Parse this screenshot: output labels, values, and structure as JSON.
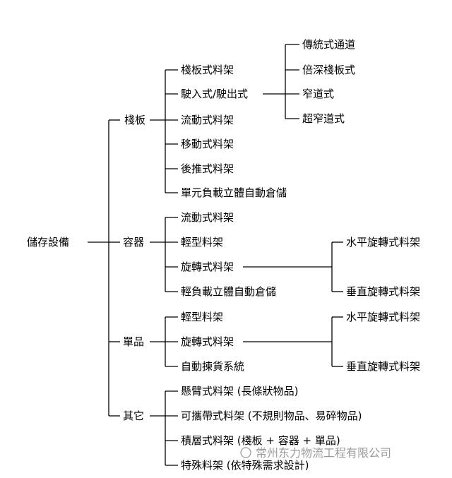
{
  "root": "儲存設備",
  "categories": [
    {
      "label": "棧板",
      "items": [
        "棧板式料架",
        "駛入式/駛出式",
        "流動式料架",
        "移動式料架",
        "後推式料架",
        "單元負載立體自動倉儲"
      ],
      "sub_of": 1,
      "subitems": [
        "傳統式通道",
        "倍深棧板式",
        "窄道式",
        "超窄道式"
      ]
    },
    {
      "label": "容器",
      "items": [
        "流動式料架",
        "輕型料架",
        "旋轉式料架",
        "輕負載立體自動倉儲"
      ],
      "sub_of": 2,
      "subitems": [
        "水平旋轉式料架",
        "垂直旋轉式料架"
      ]
    },
    {
      "label": "單品",
      "items": [
        "輕型料架",
        "旋轉式料架",
        "自動揀貨系統"
      ],
      "sub_of": 1,
      "subitems": [
        "水平旋轉式料架",
        "垂直旋轉式料架"
      ]
    },
    {
      "label": "其它",
      "items": [
        "懸臂式料架 (長條狀物品)",
        "可攜帶式料架 (不規則物品、易碎物品)",
        "積層式料架 (棧板 + 容器 + 單品)",
        "特殊料架 (依特殊需求設計)"
      ]
    }
  ],
  "watermark": "常州东力物流工程有限公司"
}
